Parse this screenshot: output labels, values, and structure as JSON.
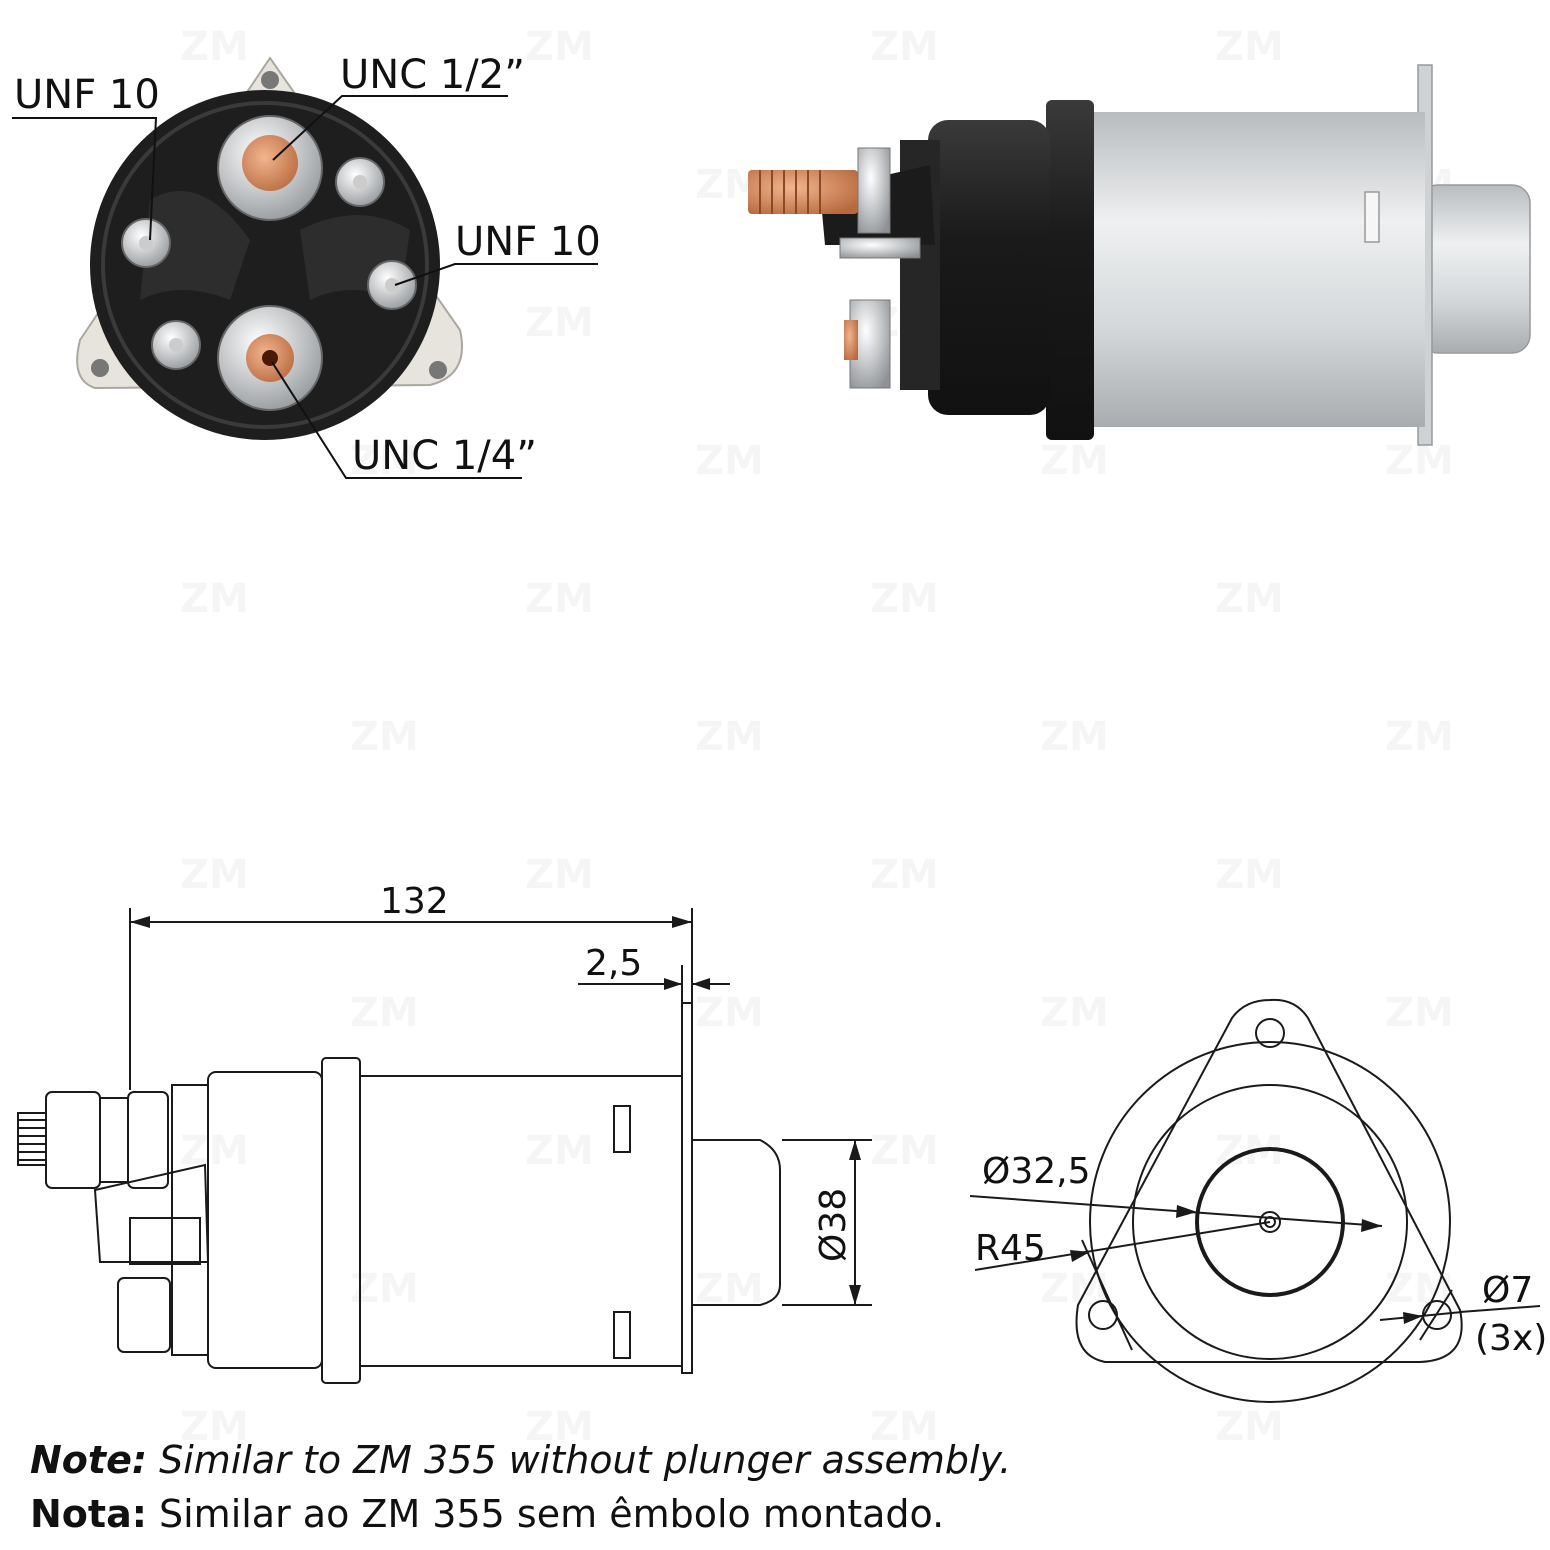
{
  "watermark": "ZM",
  "top_view": {
    "labels": {
      "top_left": "UNF 10",
      "top_right": "UNC 1/2”",
      "right": "UNF 10",
      "bottom": "UNC 1/4”"
    }
  },
  "side_drawing": {
    "length": "132",
    "flange_thickness": "2,5",
    "nose_diameter": "Ø38"
  },
  "end_drawing": {
    "inner_diameter": "Ø32,5",
    "radius": "R45",
    "hole_diameter": "Ø7",
    "hole_count": "(3x)"
  },
  "notes": {
    "en_label": "Note:",
    "en_text": " Similar to ZM 355 without plunger assembly.",
    "pt_label": "Nota:",
    "pt_text": " Similar ao ZM 355 sem êmbolo montado."
  },
  "colors": {
    "housing_black": "#1f1f1f",
    "copper": "#d98a5e",
    "silver": "#d8dadc",
    "line": "#1a1a1a"
  }
}
